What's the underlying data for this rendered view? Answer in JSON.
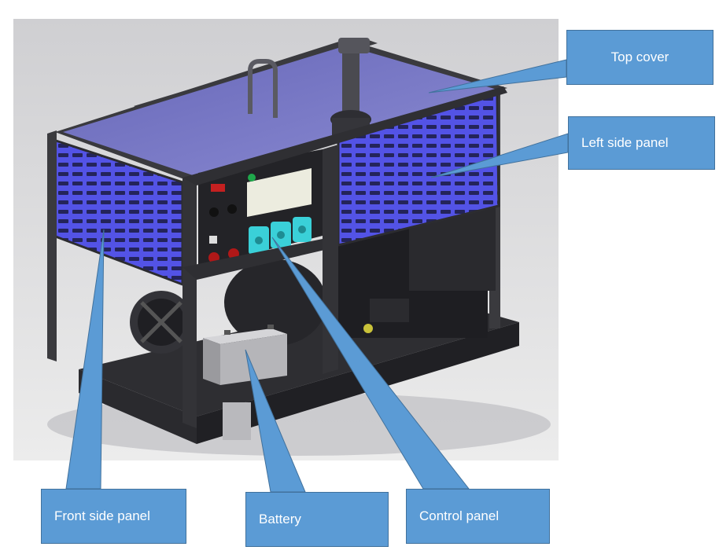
{
  "labels": {
    "top_cover": "Top cover",
    "left_side_panel": "Left side panel",
    "front_side_panel": "Front side panel",
    "battery": "Battery",
    "control_panel": "Control panel"
  },
  "colors": {
    "callout_fill": "#5b9bd5",
    "callout_border": "#41719c",
    "mesh_panel": "#4f4fe0",
    "top_cover": "#7474c8",
    "frame": "#3c3c40",
    "socket": "#3ad0d8",
    "background_render": "#d9d9d9"
  }
}
